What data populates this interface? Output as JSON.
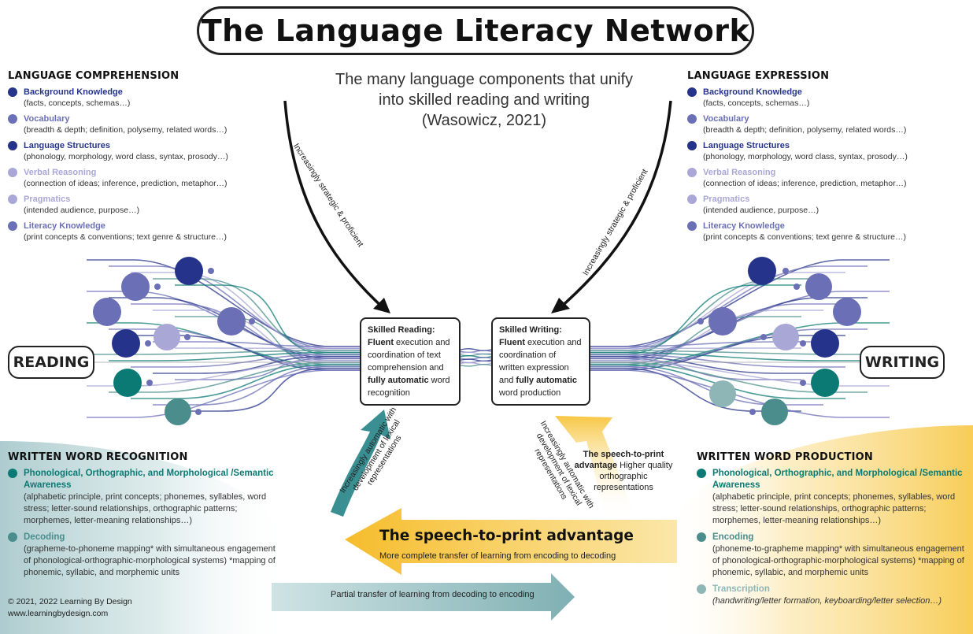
{
  "title": "The Language Literacy Network",
  "subtitle": [
    "The many language components that unify",
    "into skilled reading and writing",
    "(Wasowicz, 2021)"
  ],
  "colors": {
    "navy": "#25338a",
    "periwinkle": "#6b6fb5",
    "lavender": "#a9a7d6",
    "teal_dark": "#0c7a74",
    "teal_mid": "#4a8d8c",
    "teal_light": "#8fb6b6",
    "yellow": "#f7c744",
    "yellow_light": "#fbe6a2"
  },
  "language_comprehension": {
    "heading": "LANGUAGE COMPREHENSION",
    "items": [
      {
        "name": "Background Knowledge",
        "desc": "(facts, concepts, schemas…)",
        "color": "#25338a"
      },
      {
        "name": "Vocabulary",
        "desc": "(breadth & depth; definition, polysemy, related words…)",
        "color": "#6b6fb5"
      },
      {
        "name": "Language Structures",
        "desc": "(phonology, morphology, word class, syntax, prosody…)",
        "color": "#25338a"
      },
      {
        "name": "Verbal Reasoning",
        "desc": "(connection of ideas; inference, prediction, metaphor…)",
        "color": "#a9a7d6"
      },
      {
        "name": "Pragmatics",
        "desc": "(intended audience, purpose…)",
        "color": "#a9a7d6"
      },
      {
        "name": "Literacy Knowledge",
        "desc": "(print concepts & conventions; text genre & structure…)",
        "color": "#6b6fb5"
      }
    ]
  },
  "language_expression": {
    "heading": "LANGUAGE EXPRESSION",
    "items": [
      {
        "name": "Background Knowledge",
        "desc": "(facts, concepts, schemas…)",
        "color": "#25338a"
      },
      {
        "name": "Vocabulary",
        "desc": "(breadth & depth; definition, polysemy, related words…)",
        "color": "#6b6fb5"
      },
      {
        "name": "Language Structures",
        "desc": "(phonology, morphology, word class, syntax, prosody…)",
        "color": "#25338a"
      },
      {
        "name": "Verbal Reasoning",
        "desc": "(connection of ideas; inference, prediction, metaphor…)",
        "color": "#a9a7d6"
      },
      {
        "name": "Pragmatics",
        "desc": "(intended audience, purpose…)",
        "color": "#a9a7d6"
      },
      {
        "name": "Literacy Knowledge",
        "desc": "(print concepts & conventions; text genre & structure…)",
        "color": "#6b6fb5"
      }
    ]
  },
  "reading_label": "READING",
  "writing_label": "WRITING",
  "skilled_reading": {
    "title": "Skilled Reading:",
    "bold1": "Fluent",
    "text1": " execution and coordination of text comprehension and ",
    "bold2": "fully automatic",
    "text2": " word recognition"
  },
  "skilled_writing": {
    "title": "Skilled Writing:",
    "bold1": "Fluent",
    "text1": " execution and coordination of written expression and ",
    "bold2": "fully automatic",
    "text2": " word production"
  },
  "arrow_left_text": "Increasingly strategic & proficient",
  "arrow_right_text": "Increasingly strategic & proficient",
  "auto_left_lines": [
    "Increasingly automatic with",
    "development of lexical",
    "representations"
  ],
  "auto_right_lines": [
    "Increasingly automatic with",
    "development of lexical",
    "representations"
  ],
  "written_word_recognition": {
    "heading": "WRITTEN WORD RECOGNITION",
    "items": [
      {
        "name": "Phonological, Orthographic, and Morphological /Semantic Awareness",
        "desc": "(alphabetic principle, print concepts; phonemes, syllables, word stress; letter-sound relationships, orthographic patterns; morphemes, letter-meaning relationships…)",
        "color": "#0c7a74"
      },
      {
        "name": "Decoding",
        "desc": "(grapheme-to-phoneme mapping* with simultaneous engagement of phonological-orthographic-morphological systems) *mapping of phonemic, syllabic, and morphemic units",
        "color": "#4a8d8c"
      }
    ]
  },
  "written_word_production": {
    "heading": "WRITTEN WORD PRODUCTION",
    "items": [
      {
        "name": "Phonological, Orthographic, and Morphological /Semantic Awareness",
        "desc": "(alphabetic principle, print concepts; phonemes, syllables, word stress; letter-sound relationships, orthographic patterns; morphemes, letter-meaning relationships…)",
        "color": "#0c7a74"
      },
      {
        "name": "Encoding",
        "desc": "(phoneme-to-grapheme mapping* with simultaneous engagement of phonological-orthographic-morphological systems) *mapping of phonemic, syllabic, and morphemic units",
        "color": "#4a8d8c"
      },
      {
        "name": "Transcription",
        "desc": "(handwriting/letter formation, keyboarding/letter selection…)",
        "color": "#8fb6b6"
      }
    ]
  },
  "speech_to_print": {
    "main": "The speech-to-print advantage",
    "sub": "More complete transfer of learning from encoding to decoding",
    "small_bold": "The speech-to-print advantage",
    "small_text": " Higher quality orthographic representations"
  },
  "partial_transfer": "Partial transfer of learning from decoding to encoding",
  "footer": [
    "© 2021, 2022 Learning By Design",
    "www.learningbydesign.com"
  ]
}
